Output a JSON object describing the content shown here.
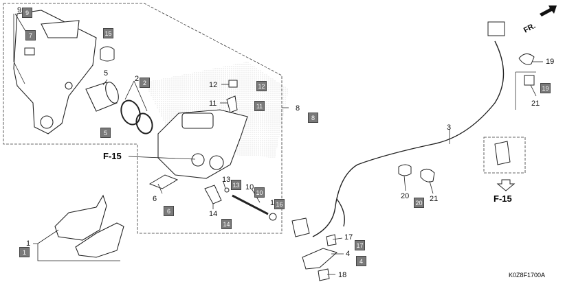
{
  "callouts": {
    "c1": "1",
    "c2": "2",
    "c3": "3",
    "c4": "4",
    "c5": "5",
    "c6": "6",
    "c8": "8",
    "c10": "10",
    "c11": "11",
    "c12": "12",
    "c13": "13",
    "c14": "14",
    "c16": "1",
    "c17": "17",
    "c18": "18",
    "c19": "19",
    "c20": "20",
    "c21a": "21",
    "c21b": "21",
    "c9": "9"
  },
  "boxes": {
    "b9": "9",
    "b7": "7",
    "b15": "15",
    "b2": "2",
    "b5": "5",
    "b12": "12",
    "b11": "11",
    "b8": "8",
    "b6": "6",
    "b13": "13",
    "b10": "10",
    "b16": "16",
    "b14": "14",
    "b1": "1",
    "b19": "19",
    "b20": "20",
    "b17": "17",
    "b4": "4"
  },
  "refs": {
    "f15_left": "F-15",
    "f15_right": "F-15",
    "fr": "FR."
  },
  "diagram_code": "K0Z8F1700A"
}
